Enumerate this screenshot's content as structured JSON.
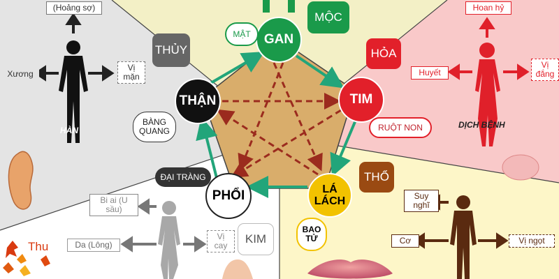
{
  "elements": {
    "wood": {
      "name": "MỘC"
    },
    "fire": {
      "name": "HỎA"
    },
    "earth": {
      "name": "THỔ"
    },
    "metal": {
      "name": "KIM"
    },
    "water": {
      "name": "THỦY"
    }
  },
  "organs": {
    "gan": "GAN",
    "tim": "TIM",
    "la_lach": "LÁ LÁCH",
    "phoi": "PHỔI",
    "than": "THẬN"
  },
  "secondary": {
    "mat": "MẬT",
    "ruot_non": "RUỘT NON",
    "bao_tu": "BAO TỬ",
    "dai_trang": "ĐẠI TRÀNG",
    "bang_quang": "BÀNG QUANG"
  },
  "water_panel": {
    "emotion": "(Hoảng sợ)",
    "tissue": "Xương",
    "taste": "Vị mặn",
    "season": "HÀN"
  },
  "fire_panel": {
    "emotion": "Hoan hỷ",
    "tissue": "Huyết",
    "taste": "Vị đắng",
    "season": "DỊCH BỆNH"
  },
  "metal_panel": {
    "emotion": "Bi ai (U sầu)",
    "tissue": "Da (Lông)",
    "taste": "Vị cay",
    "season": "Thu"
  },
  "earth_panel": {
    "emotion": "Suy nghĩ",
    "tissue": "Cơ",
    "taste": "Vị ngọt"
  },
  "colors": {
    "wood": "#1a9a4a",
    "fire": "#e2202a",
    "earth": "#f2c200",
    "metal": "#ffffff",
    "water": "#111111",
    "pentagon": "#d9ad6b",
    "cycle_arrow": "#22a57a",
    "control_arrow": "#9b2b1e"
  }
}
